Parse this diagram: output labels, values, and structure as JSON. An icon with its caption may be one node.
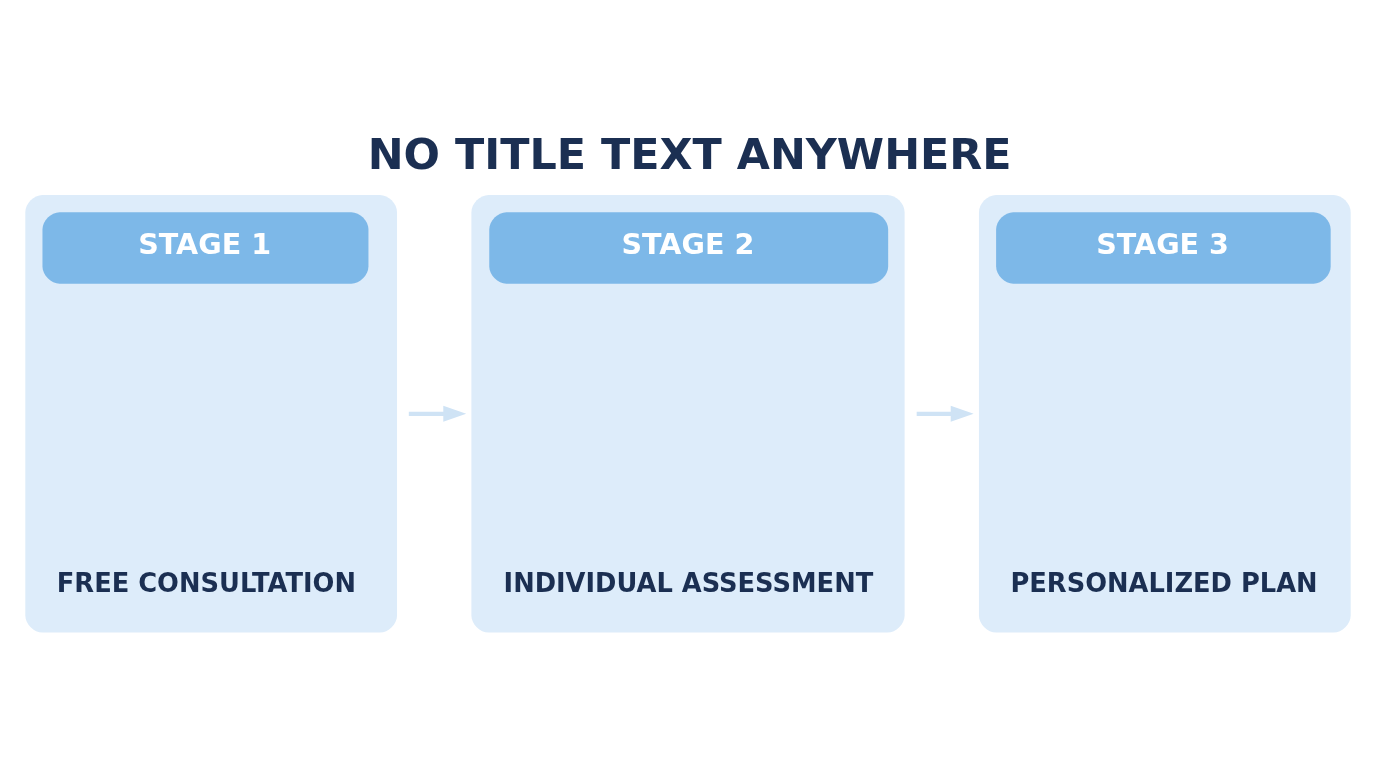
{
  "diagram": {
    "title": "NO TITLE TEXT ANYWHERE",
    "nodes": [
      {
        "text": [
          "STAGE 1",
          "FREE CONSULTATION"
        ]
      },
      {
        "text": [
          "STAGE 2",
          "INDIVIDUAL ASSESSMENT"
        ]
      },
      {
        "text": [
          "STAGE 3",
          "PERSONALIZED PLAN"
        ]
      }
    ],
    "edges": [
      {
        "from": 0,
        "to": 1,
        "arrow": "to"
      },
      {
        "from": 1,
        "to": 2,
        "arrow": "to"
      }
    ]
  }
}
